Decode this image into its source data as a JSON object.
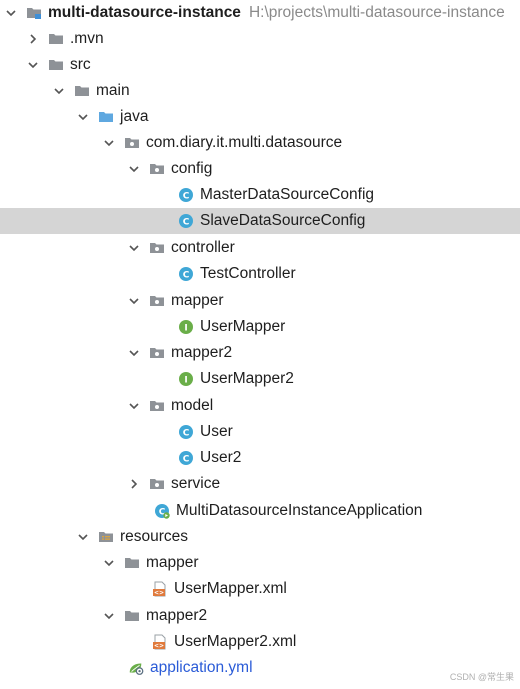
{
  "project": {
    "name": "multi-datasource-instance",
    "path": "H:\\projects\\multi-datasource-instance"
  },
  "nodes": {
    "mvn": ".mvn",
    "src": "src",
    "main": "main",
    "java": "java",
    "package": "com.diary.it.multi.datasource",
    "config": "config",
    "master_config": "MasterDataSourceConfig",
    "slave_config": "SlaveDataSourceConfig",
    "controller": "controller",
    "test_controller": "TestController",
    "mapper": "mapper",
    "user_mapper": "UserMapper",
    "mapper2": "mapper2",
    "user_mapper2": "UserMapper2",
    "model": "model",
    "user": "User",
    "user2": "User2",
    "service": "service",
    "application_class": "MultiDatasourceInstanceApplication",
    "resources": "resources",
    "res_mapper": "mapper",
    "user_mapper_xml": "UserMapper.xml",
    "res_mapper2": "mapper2",
    "user_mapper2_xml": "UserMapper2.xml",
    "application_yml": "application.yml"
  },
  "selected_item": "SlaveDataSourceConfig",
  "watermark": "CSDN @常生果",
  "colors": {
    "selection": "#d5d5d5",
    "folder": "#8e9297",
    "source_folder": "#5fa8e0",
    "class_icon": "#3fa7d6",
    "interface_icon": "#6aae49",
    "yml_text": "#2a5bd7"
  }
}
